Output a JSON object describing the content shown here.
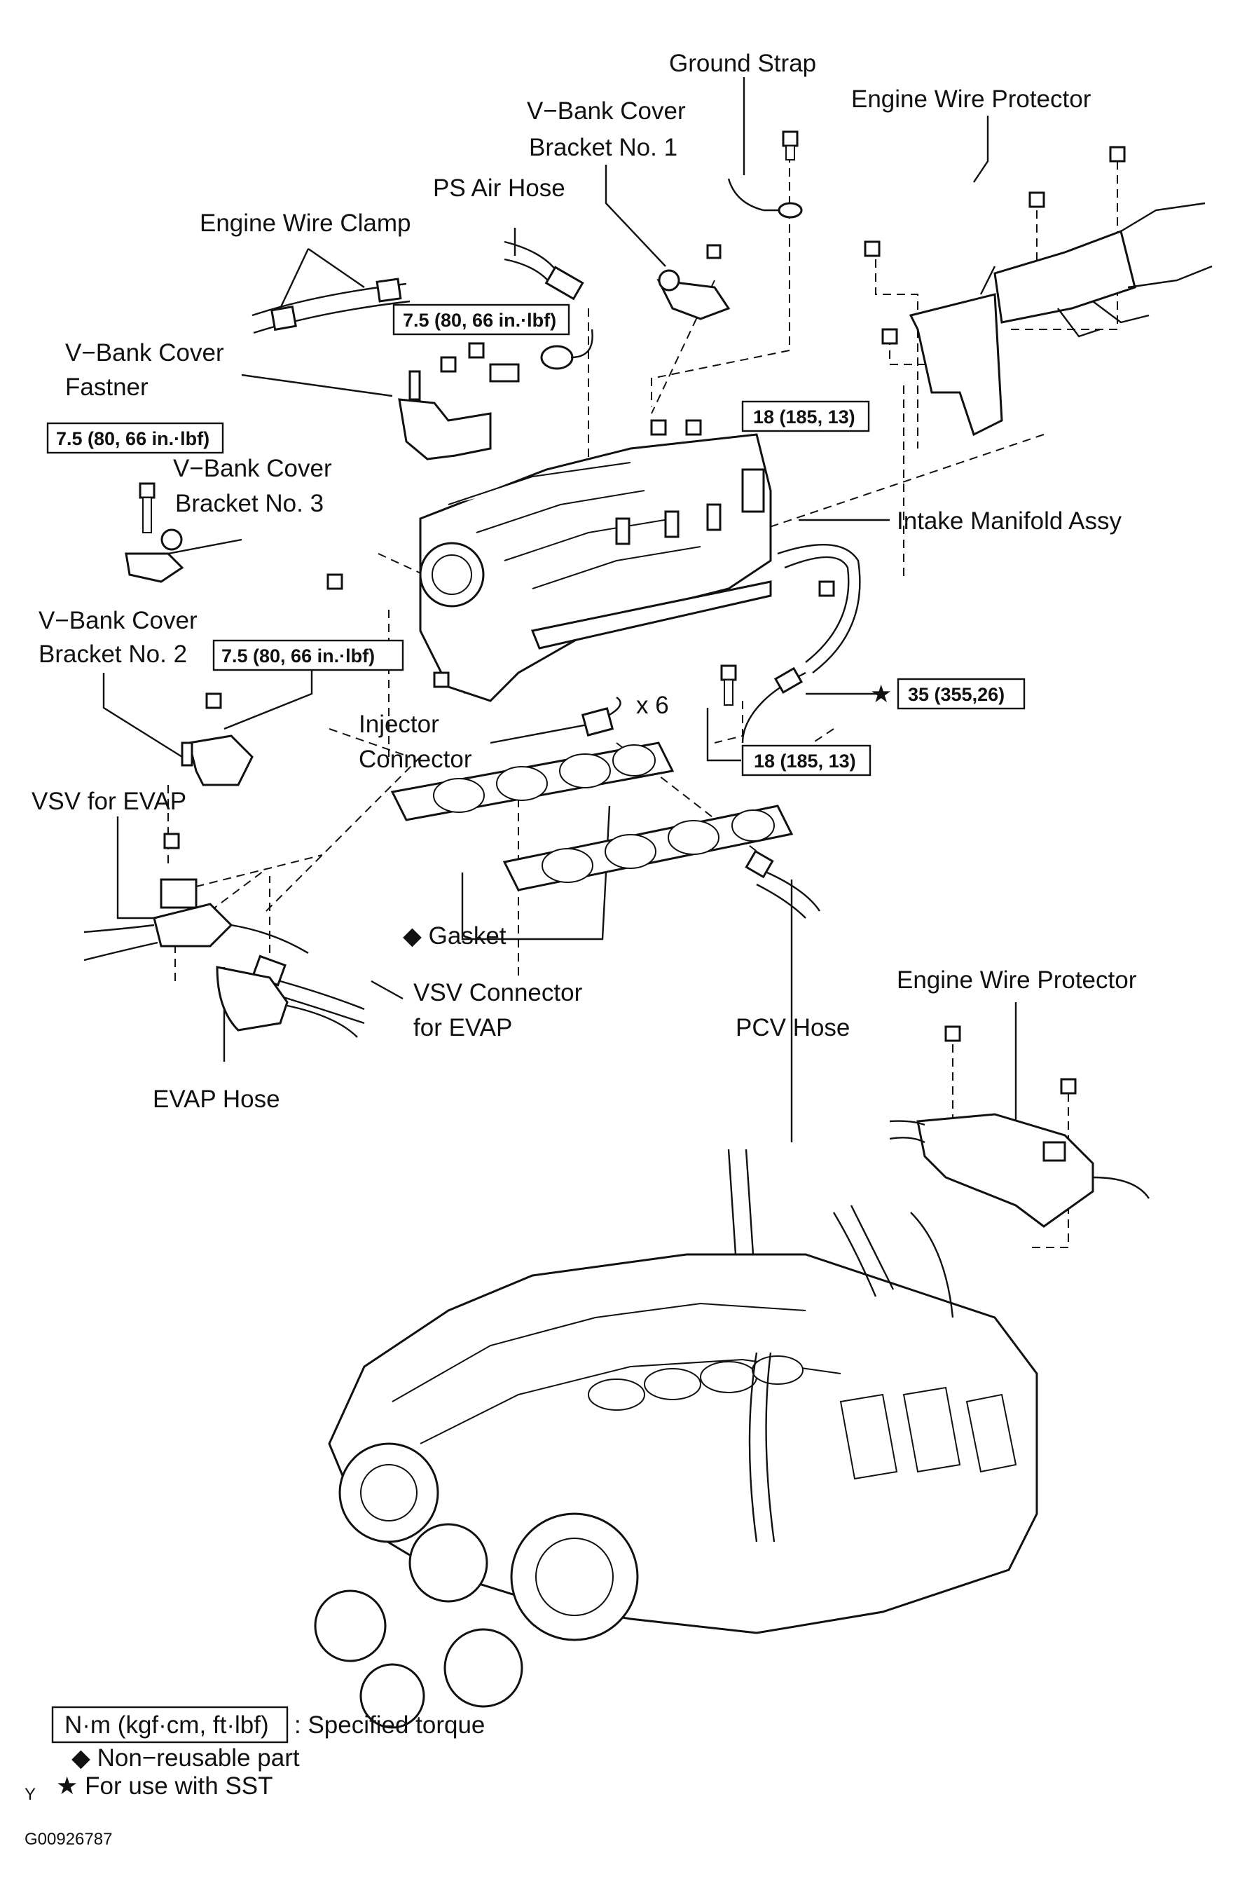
{
  "labels": {
    "ground_strap": "Ground Strap",
    "engine_wire_protector_top": "Engine Wire Protector",
    "vbank_bracket1_line1": "V−Bank Cover",
    "vbank_bracket1_line2": "Bracket No. 1",
    "ps_air_hose": "PS Air Hose",
    "engine_wire_clamp": "Engine Wire Clamp",
    "vbank_fastner_line1": "V−Bank Cover",
    "vbank_fastner_line2": "Fastner",
    "vbank_bracket3_line1": "V−Bank Cover",
    "vbank_bracket3_line2": "Bracket No. 3",
    "intake_manifold": "Intake Manifold Assy",
    "vbank_bracket2_line1": "V−Bank Cover",
    "vbank_bracket2_line2": "Bracket No. 2",
    "injector_line1": "Injector",
    "injector_line2": "Connector",
    "x6": "x 6",
    "vsv_evap": "VSV for EVAP",
    "gasket": "◆ Gasket",
    "vsv_connector_line1": "VSV Connector",
    "vsv_connector_line2": "for EVAP",
    "pcv_hose": "PCV Hose",
    "evap_hose": "EVAP Hose",
    "engine_wire_protector_bottom": "Engine Wire Protector",
    "star_mark": "★"
  },
  "torques": {
    "t_top": "7.5 (80, 66 in.·lbf)",
    "t_left": "7.5 (80, 66 in.·lbf)",
    "t_bracket2": "7.5 (80, 66 in.·lbf)",
    "t_18_upper": "18 (185, 13)",
    "t_18_lower": "18 (185, 13)",
    "t_35": "35 (355,26)"
  },
  "legend": {
    "torque_unit": "N·m (kgf·cm, ft·lbf)",
    "torque_desc": ": Specified torque",
    "non_reusable": "◆ Non−reusable part",
    "sst_mark": "Y",
    "sst": "★ For use with SST"
  },
  "figure_id": "G00926787"
}
